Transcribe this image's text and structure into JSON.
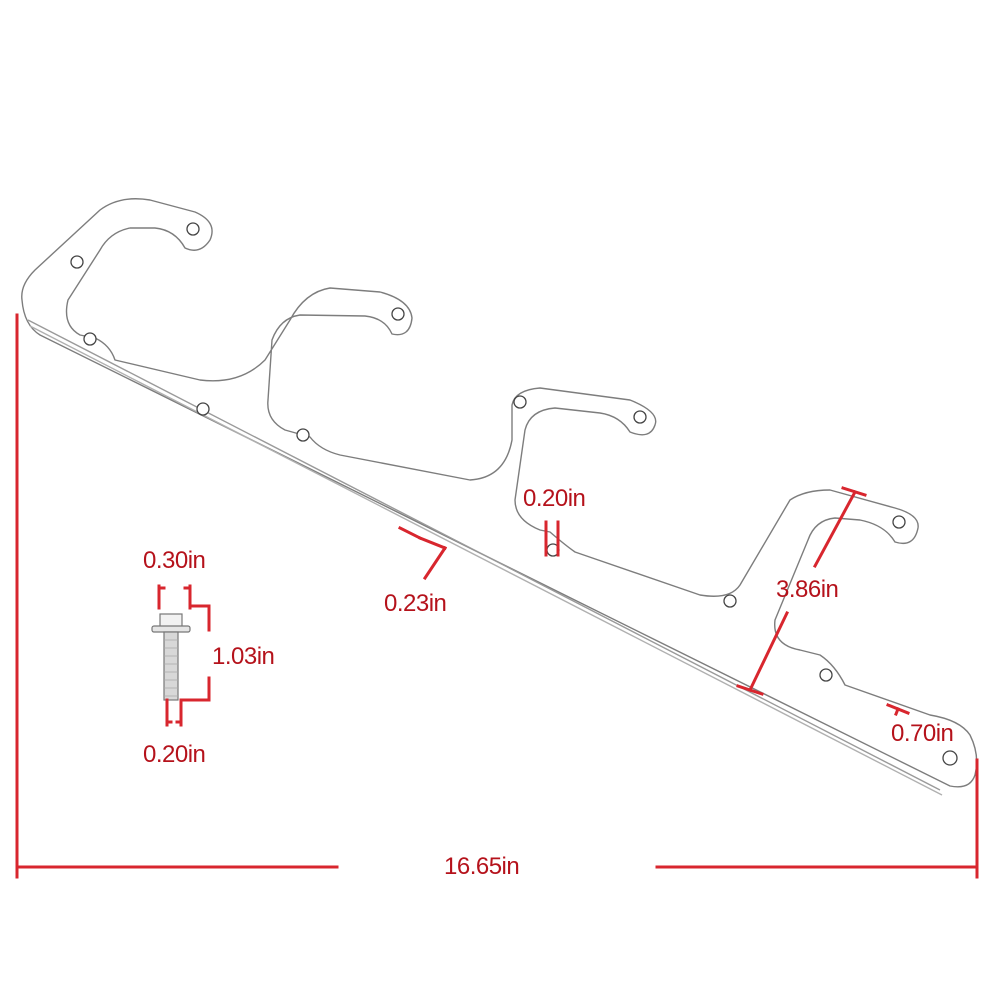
{
  "diagram": {
    "subject": "Coil pack relocation bracket with mounting bolt",
    "accent_color": "#d8262e",
    "label_color": "#b5121b",
    "outline_color": "#8a8a8a"
  },
  "dimensions": {
    "overall_length": "16.65in",
    "bracket_height": "3.86in",
    "tab_width": "0.70in",
    "plate_thickness": "0.23in",
    "hole_diameter": "0.20in",
    "bolt_head_width": "0.30in",
    "bolt_length": "1.03in",
    "bolt_shank_diameter": "0.20in"
  }
}
